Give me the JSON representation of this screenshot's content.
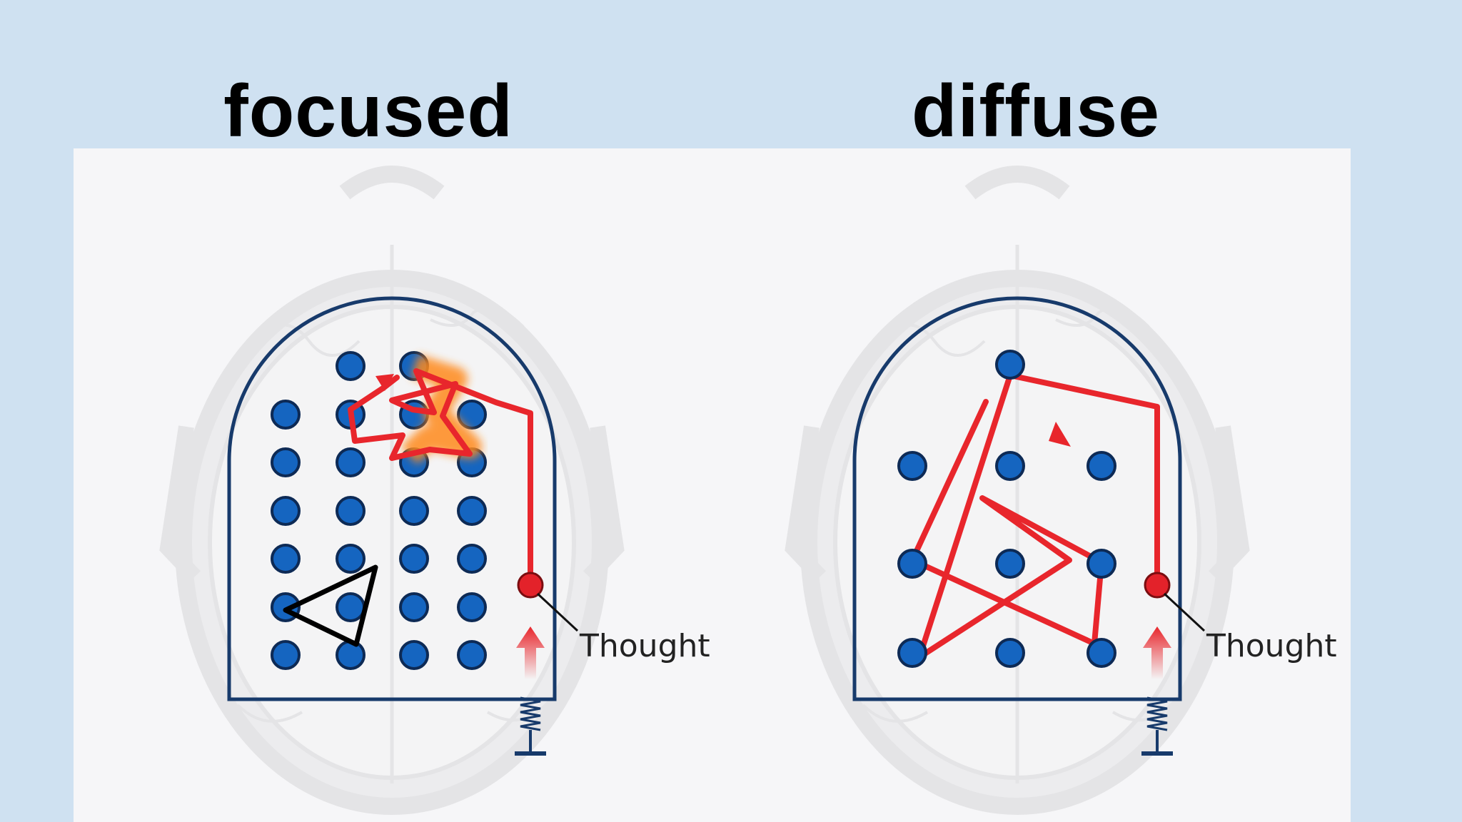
{
  "titles": {
    "focused": "focused",
    "diffuse": "diffuse"
  },
  "labels": {
    "thought": "Thought"
  },
  "colors": {
    "background": "#cfe1f1",
    "panel": "#f6f6f8",
    "node_fill": "#1565c0",
    "node_stroke": "#0d2a55",
    "frame": "#173a6b",
    "path": "#e8262c",
    "thought_node": "#e3222a",
    "glow": "#ff8a1c",
    "pattern": "#000000",
    "brain": "#e4e4e6"
  },
  "diagrams": [
    {
      "name": "focused",
      "mode": "focused",
      "nodes_shown": 26
    },
    {
      "name": "diffuse",
      "mode": "diffuse",
      "nodes_shown": 10
    }
  ]
}
